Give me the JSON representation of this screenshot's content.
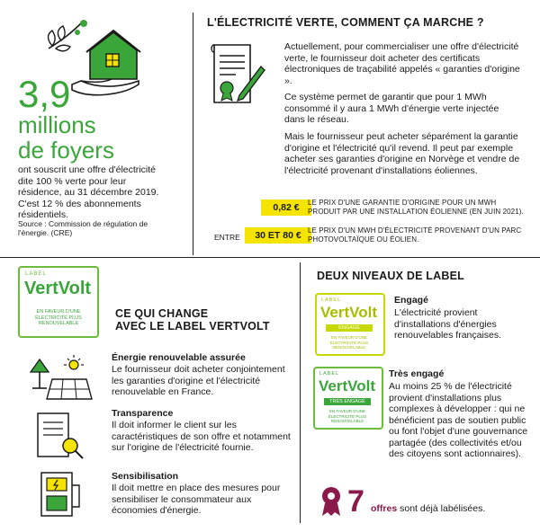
{
  "stat": {
    "number": "3,9",
    "unit_line1": "millions",
    "unit_line2": "de foyers",
    "description": "ont souscrit une offre d'électricité dite 100 % verte pour leur résidence, au 31 décembre 2019. C'est 12 % des abonnements résidentiels.",
    "source": "Source : Commission de régulation de l'énergie. (CRE)"
  },
  "how_it_works": {
    "title": "L'ÉLECTRICITÉ VERTE, COMMENT ÇA MARCHE ?",
    "p1": "Actuellement, pour commercialiser une offre d'électricité verte, le fournisseur doit acheter des certificats électroniques de traçabilité appelés « garanties d'origine ».",
    "p2": "Ce système permet de garantir que pour 1 MWh consommé il y aura 1 MWh d'énergie verte injectée dans le réseau.",
    "p3": "Mais le fournisseur peut acheter séparément la garantie d'origine et l'électricité qu'il revend. Il peut par exemple acheter ses garanties d'origine en Norvège et vendre de l'électricité provenant d'installations éoliennes.",
    "price1": "0,82 €",
    "price1_note": "Le prix d'une garantie d'origine pour un MWh produit par une installation éolienne (en juin 2021).",
    "entre": "ENTRE",
    "price2": "30 ET 80 €",
    "price2_note": "Le prix d'un MWh d'électricité provenant d'un parc photovoltaïque ou éolien."
  },
  "changes": {
    "logo_label": "LABEL",
    "logo_brand": "VertVolt",
    "logo_tagline": "EN FAVEUR D'UNE ÉLECTRICITÉ PLUS RENOUVELABLE",
    "title_line1": "CE QUI CHANGE",
    "title_line2": "AVEC LE LABEL VERTVOLT",
    "items": [
      {
        "title": "Énergie renouvelable assurée",
        "text": "Le fournisseur doit acheter conjointement les garanties d'origine et l'électricité renouvelable en France."
      },
      {
        "title": "Transparence",
        "text": "Il doit informer le client sur les caractéristiques de son offre et notamment sur l'origine de l'électricité fournie."
      },
      {
        "title": "Sensibilisation",
        "text": "Il doit mettre en place des mesures pour sensibiliser le consommateur aux économies d'énergie."
      }
    ]
  },
  "levels": {
    "title": "DEUX NIVEAUX DE LABEL",
    "engage_title": "Engagé",
    "engage_badge": "ENGAGÉ",
    "engage_text": "L'électricité provient d'installations d'énergies renouvelables françaises.",
    "tres_title": "Très engagé",
    "tres_badge": "TRÈS ENGAGÉ",
    "tres_text": "Au moins 25 % de l'électricité provient d'installations plus complexes à développer : qui ne bénéficient pas de soutien public ou font l'objet d'une gouvernance partagée (des collectivités et/ou des citoyens sont actionnaires).",
    "count": "7",
    "count_word": "offres",
    "count_text": "sont déjà labélisées."
  },
  "colors": {
    "green": "#3aa63a",
    "yellow": "#f5e400",
    "purple": "#8a1a4a"
  }
}
